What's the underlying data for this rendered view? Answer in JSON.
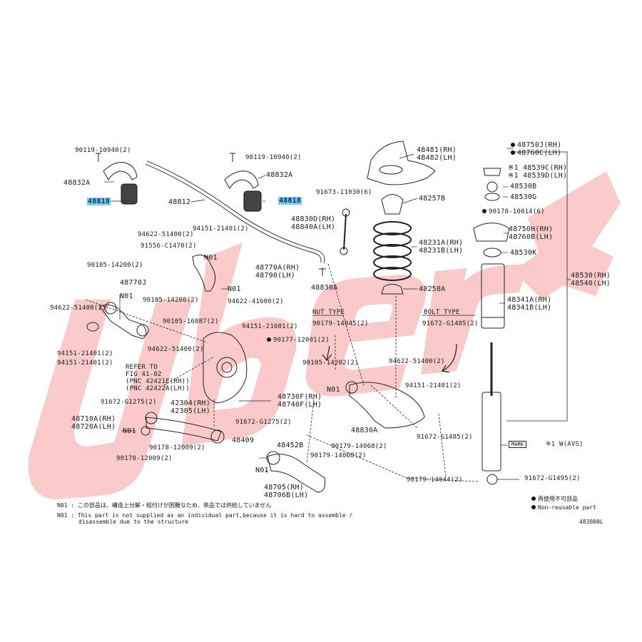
{
  "watermark": {
    "text": "Uber",
    "color": "#f26b6b"
  },
  "parts": {
    "p90119a": "90119-10940(2)",
    "p48832a": "48832A",
    "p48818a": "48818",
    "p90119b": "90119-10940(2)",
    "p48832b": "48832A",
    "p48818b": "48818",
    "p48812": "48812",
    "p48481": [
      "48481(RH)",
      "48482(LH)"
    ],
    "p91673": "91673-11030(6)",
    "p48257": "48257B",
    "p48830d": [
      "48830D(RH)",
      "48840A(LH)"
    ],
    "p94151a": "94151-21401(2)",
    "p94622a": "94622-51400(2)",
    "p91556": "91556-C1470(2)",
    "n01a": "N01",
    "p48770": [
      "48770A(RH)",
      "48790(LH)"
    ],
    "p90105a": "90105-14200(2)",
    "p48770b": "48770J",
    "n01b": "N01",
    "n01c": "N01",
    "p48830a": "48830A",
    "p48231": [
      "48231A(RH)",
      "48231B(LH)"
    ],
    "p48258": "48258A",
    "p94622b": "94622-51400(2)",
    "p90105b": "90105-14200(2)",
    "p94622c": "94622-41600(2)",
    "p90105c": "90105-16087(2)",
    "p94151b": "94151-21601(2)",
    "p90177": "90177-12001(2)",
    "p94622d": "94622-51400(2)",
    "p94151c": "94151-21401(2)",
    "p94151d": "94151-21401(2)",
    "nutType": "NUT TYPE",
    "p90179a": "90179-14045(2)",
    "boltType": "BOLT TYPE",
    "p91672a": "91672-G1485(2)",
    "refer": [
      "REFER TO",
      "FIG 41-02",
      "(PNC 42421E(RH))",
      "(PNC 42422A(LH))"
    ],
    "p90105d": "90105-14202(2)",
    "n01d": "N01",
    "p94622e": "94622-51400(2)",
    "p94151e": "94151-21401(2)",
    "p48730": [
      "48730F(RH)",
      "48740F(LH)"
    ],
    "p91672b": "91672-G1275(2)",
    "p42304": [
      "42304(RH)",
      "42305(LH)"
    ],
    "p48710": [
      "48710A(RH)",
      "48720A(LH)"
    ],
    "n01e": "N01",
    "p91672c": "91672-G1275(2)",
    "p48830b": "48830A",
    "p91672d": "91672-G1485(2)",
    "p90178a": "90178-12009(2)",
    "p48409": "48409",
    "p48452": "48452B",
    "p90179b": "90179-14068(2)",
    "p90179c": "90179-14068(2)",
    "p90178b": "90178-12009(2)",
    "n01f": "N01",
    "p48705": [
      "48705(RH)",
      "48706B(LH)"
    ],
    "p90179d": "90179-14044(2)",
    "p91672e": "91672-G1495(2)",
    "p48750": [
      "48750J(RH)",
      "48760C(LH)"
    ],
    "p48539": [
      "※1 48539C(RH)",
      "※1 48539D(LH)"
    ],
    "p48530b": "48530B",
    "p48530g": "48530G",
    "p90178c": "90178-10014(6)",
    "p48750h": [
      "48750H(RH)",
      "48760B(LH)"
    ],
    "p48530k": "48530K",
    "p48530": [
      "48530(RH)",
      "48540(LH)"
    ],
    "p48341": [
      "48341A(RH)",
      "48341B(LH)"
    ],
    "mark": "MARK",
    "markNote": "※1 W(AVS)"
  },
  "legend": {
    "reuse": "再使用不可部品",
    "nonReusable": "Non-reusable part"
  },
  "footnotes": {
    "jp": "N01 : この部品は、構造上分解・組付けが困難なため、単品では供給していません",
    "en1": "N01 :  This part is not supplied as an individual part,because it is hard to assemble /",
    "en2": "disassemble due to the structure"
  },
  "figId": "483880L"
}
